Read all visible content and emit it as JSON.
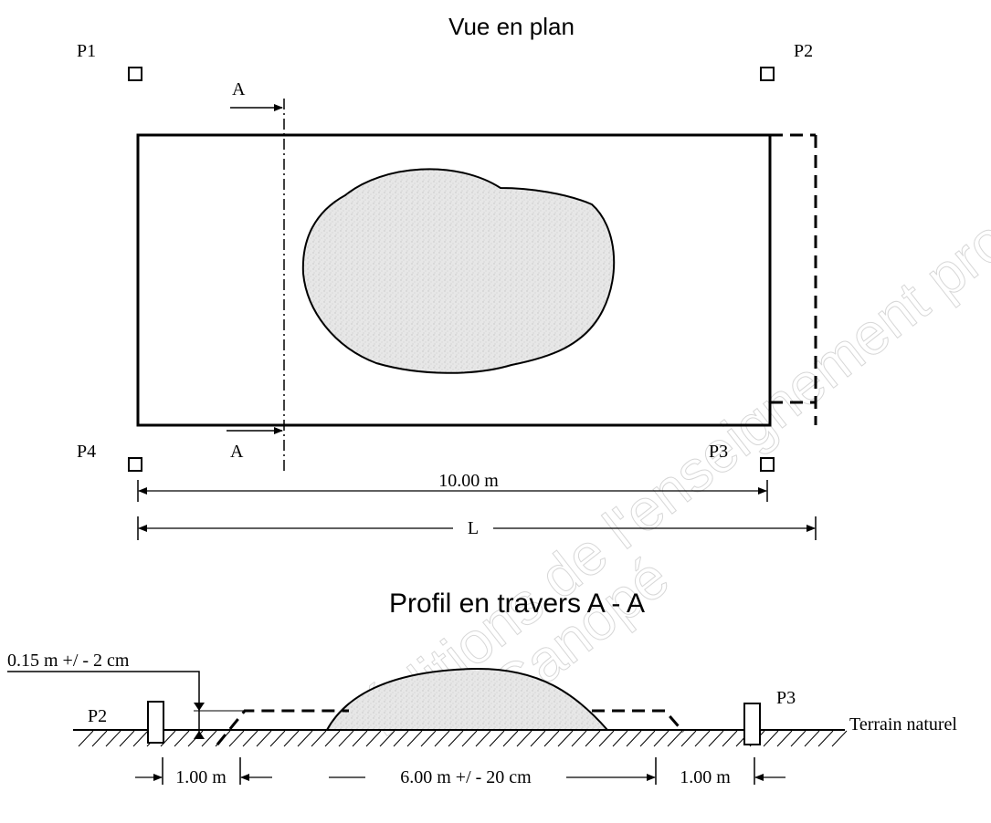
{
  "plan": {
    "title": "Vue en plan",
    "pegs": {
      "p1": "P1",
      "p2": "P2",
      "p3": "P3",
      "p4": "P4"
    },
    "section_mark": "A",
    "dim_inner": "10.00 m",
    "dim_outer": "L"
  },
  "profile": {
    "title": "Profil en travers  A - A",
    "height_note": "0.15 m +/ - 2 cm",
    "left_peg": "P2",
    "right_peg": "P3",
    "ground_label": "Terrain naturel",
    "dim_left": "1.00 m",
    "dim_center": "6.00 m +/ - 20 cm",
    "dim_right": "1.00 m"
  },
  "watermark": {
    "line1": "Éditions de l'enseignement professionnel",
    "line2": "Canopé"
  },
  "colors": {
    "line": "#000000",
    "fill": "#e6e6e6",
    "watermark": "#d0d0d0"
  }
}
